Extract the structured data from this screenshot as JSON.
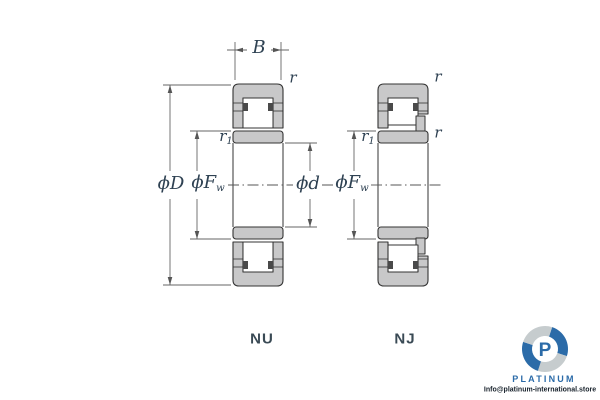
{
  "diagram": {
    "dim_labels": {
      "width": "B",
      "chamfer": "r",
      "chamfer_inner_main": "r",
      "chamfer_inner_sub": "1",
      "outer_diameter": "ϕD",
      "raceway_main": "ϕF",
      "raceway_sub": "w",
      "bore_diameter": "ϕd"
    },
    "bearing_types": [
      {
        "label": "NU"
      },
      {
        "label": "NJ"
      }
    ]
  },
  "watermark": {
    "monogram": "P",
    "brand": "PLATINUM",
    "email": "Info@platinum-international.store"
  },
  "colors": {
    "bearing_fill": "#c8c8c9",
    "outline": "#333333",
    "dimension_line": "#666666",
    "label_text": "#2e4152",
    "type_label_text": "#3a4a55",
    "brand_blue": "#2b6ba8",
    "petal_gray": "#c6ccce"
  }
}
